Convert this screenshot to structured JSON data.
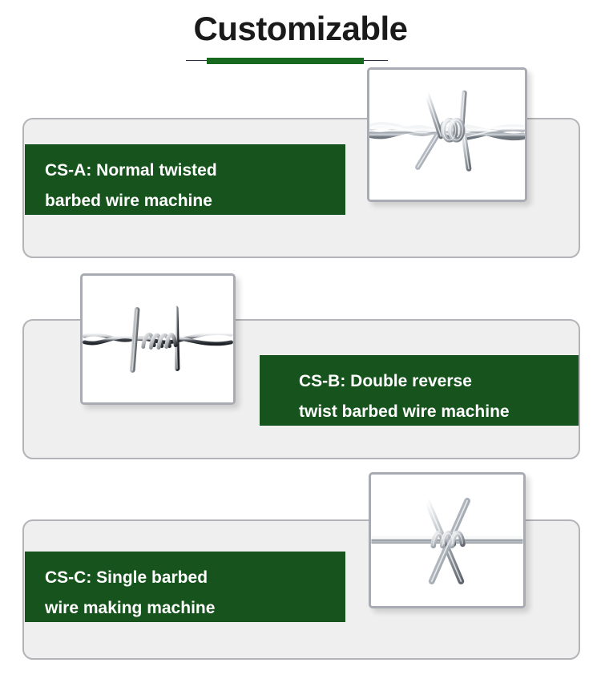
{
  "header": {
    "title": "Customizable",
    "divider_color": "#17691f",
    "divider_line_color": "#2b3245"
  },
  "theme": {
    "accent_green": "#17541d",
    "card_background": "#efefef",
    "card_border": "#b4b4b8",
    "frame_border": "#a9abb2",
    "title_color": "#1a1a1a",
    "label_text_color": "#ffffff",
    "page_background": "#ffffff"
  },
  "cards": [
    {
      "code": "CS-A",
      "label_line_1": "CS-A: Normal twisted",
      "label_line_2": "barbed wire machine",
      "image_name": "normal-twisted-barbed-wire-photo",
      "image_side": "right"
    },
    {
      "code": "CS-B",
      "label_line_1": "CS-B: Double reverse",
      "label_line_2": "twist barbed wire machine",
      "image_name": "double-reverse-twist-barbed-wire-photo",
      "image_side": "left"
    },
    {
      "code": "CS-C",
      "label_line_1": "CS-C: Single barbed",
      "label_line_2": "wire making machine",
      "image_name": "single-barbed-wire-photo",
      "image_side": "right"
    }
  ]
}
